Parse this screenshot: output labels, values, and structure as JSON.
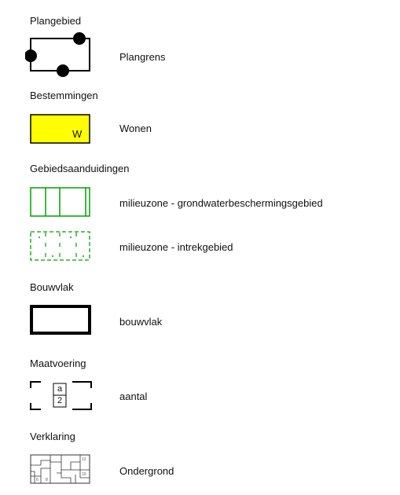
{
  "legend": {
    "sections": [
      {
        "heading": "Plangebied",
        "items": [
          {
            "label": "Plangrens",
            "symbol": "plangrens"
          }
        ]
      },
      {
        "heading": "Bestemmingen",
        "items": [
          {
            "label": "Wonen",
            "symbol": "wonen",
            "code": "W",
            "color": "#FFFF00"
          }
        ]
      },
      {
        "heading": "Gebiedsaanduidingen",
        "items": [
          {
            "label": "milieuzone - grondwaterbeschermingsgebied",
            "symbol": "groundwater-zone",
            "color": "#00A000"
          },
          {
            "label": "milieuzone - intrekgebied",
            "symbol": "intake-zone",
            "color": "#00A000"
          }
        ]
      },
      {
        "heading": "Bouwvlak",
        "items": [
          {
            "label": "bouwvlak",
            "symbol": "building-plot"
          }
        ]
      },
      {
        "heading": "Maatvoering",
        "items": [
          {
            "label": "aantal",
            "symbol": "dimension-box",
            "top": "a",
            "bottom": "2"
          }
        ]
      },
      {
        "heading": "Verklaring",
        "items": [
          {
            "label": "Ondergrond",
            "symbol": "base-map",
            "numbers": [
              "12",
              "10",
              "8",
              "6"
            ]
          }
        ]
      }
    ]
  }
}
